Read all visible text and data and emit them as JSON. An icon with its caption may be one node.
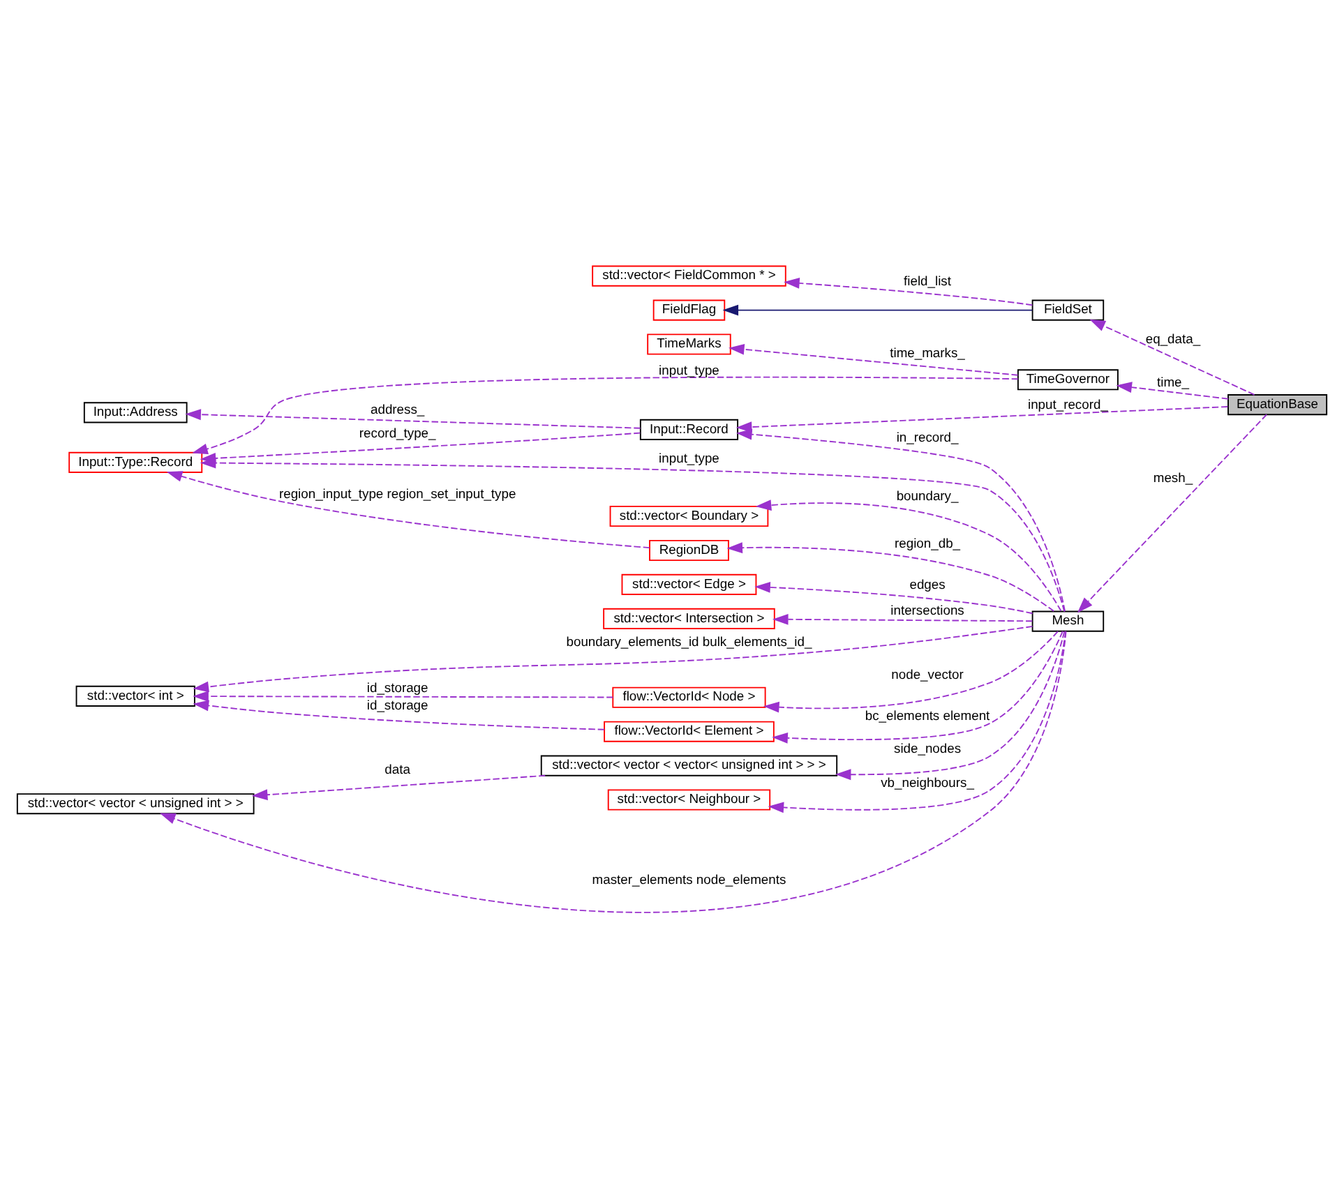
{
  "diagram": {
    "nodes": [
      {
        "text": [
          "EquationBase"
        ]
      },
      {
        "text": [
          "FieldFlag"
        ]
      },
      {
        "text": [
          "std::vector< FieldCommon * >"
        ]
      },
      {
        "text": [
          "FieldSet"
        ]
      },
      {
        "text": [
          "TimeMarks"
        ]
      },
      {
        "text": [
          "TimeGovernor"
        ]
      },
      {
        "text": [
          "Input::Type::Record"
        ]
      },
      {
        "text": [
          "Input::Record"
        ]
      },
      {
        "text": [
          "Input::Address"
        ]
      },
      {
        "text": [
          "RegionDB"
        ]
      },
      {
        "text": [
          "std::vector< vector < unsigned int > >"
        ]
      },
      {
        "text": [
          "std::vector< vector < vector< unsigned int > > >"
        ]
      },
      {
        "text": [
          "Mesh"
        ]
      },
      {
        "text": [
          "std::vector< Neighbour >"
        ]
      },
      {
        "text": [
          "flow::VectorId< Element >"
        ]
      },
      {
        "text": [
          "std::vector< Boundary >"
        ]
      },
      {
        "text": [
          "std::vector< int >"
        ]
      },
      {
        "text": [
          "flow::VectorId< Node >"
        ]
      },
      {
        "text": [
          "std::vector< Edge >"
        ]
      },
      {
        "text": [
          "std::vector< Intersection >"
        ]
      }
    ],
    "edges": [
      {
        "from": 0,
        "to": 3,
        "arrow": "to",
        "label": "eq_data_",
        "style": "dashed"
      },
      {
        "from": 3,
        "to": 1,
        "arrow": "to",
        "color": "#191970"
      },
      {
        "from": 3,
        "to": 2,
        "arrow": "to",
        "label": "field_list",
        "style": "dashed"
      },
      {
        "from": 0,
        "to": 5,
        "arrow": "to",
        "label": "time_",
        "style": "dashed"
      },
      {
        "from": 5,
        "to": 4,
        "arrow": "to",
        "label": "time_marks_",
        "style": "dashed"
      },
      {
        "from": 5,
        "to": 6,
        "arrow": "to",
        "label": "input_type",
        "style": "dashed"
      },
      {
        "from": 0,
        "to": 7,
        "arrow": "to",
        "label": "input_record_",
        "style": "dashed"
      },
      {
        "from": 0,
        "to": 12,
        "arrow": "to",
        "label": "mesh_",
        "style": "dashed"
      },
      {
        "from": 12,
        "to": 6,
        "arrow": "to",
        "label": "input_type",
        "style": "dashed"
      },
      {
        "from": 7,
        "to": 6,
        "arrow": "to",
        "label": "record_type_",
        "style": "dashed"
      },
      {
        "from": 9,
        "to": 6,
        "arrow": "to",
        "label": "region_input_type region_set_input_type",
        "style": "dashed"
      },
      {
        "from": 7,
        "to": 8,
        "arrow": "to",
        "label": "address_",
        "style": "dashed"
      },
      {
        "from": 12,
        "to": 7,
        "arrow": "to",
        "label": "in_record_",
        "style": "dashed"
      },
      {
        "from": 12,
        "to": 9,
        "arrow": "to",
        "label": "region_db_",
        "style": "dashed"
      },
      {
        "from": 12,
        "to": 10,
        "arrow": "to",
        "label": "master_elements node_elements",
        "style": "dashed"
      },
      {
        "from": 11,
        "to": 10,
        "arrow": "to",
        "label": "data",
        "style": "dashed"
      },
      {
        "from": 12,
        "to": 11,
        "arrow": "to",
        "label": "side_nodes",
        "style": "dashed"
      },
      {
        "from": 12,
        "to": 13,
        "arrow": "to",
        "label": "vb_neighbours_",
        "style": "dashed"
      },
      {
        "from": 12,
        "to": 14,
        "arrow": "to",
        "label": "bc_elements element",
        "style": "dashed"
      },
      {
        "from": 12,
        "to": 15,
        "arrow": "to",
        "label": "boundary_",
        "style": "dashed"
      },
      {
        "from": 14,
        "to": 16,
        "arrow": "to",
        "label": "id_storage",
        "style": "dashed"
      },
      {
        "from": 12,
        "to": 16,
        "arrow": "to",
        "label": "boundary_elements_id bulk_elements_id_",
        "style": "dashed"
      },
      {
        "from": 17,
        "to": 16,
        "arrow": "to",
        "label": "id_storage",
        "style": "dashed"
      },
      {
        "from": 12,
        "to": 17,
        "arrow": "to",
        "label": "node_vector",
        "style": "dashed"
      },
      {
        "from": 12,
        "to": 18,
        "arrow": "to",
        "label": "edges",
        "style": "dashed"
      },
      {
        "from": 12,
        "to": 19,
        "arrow": "to",
        "label": "intersections",
        "style": "dashed"
      }
    ]
  }
}
